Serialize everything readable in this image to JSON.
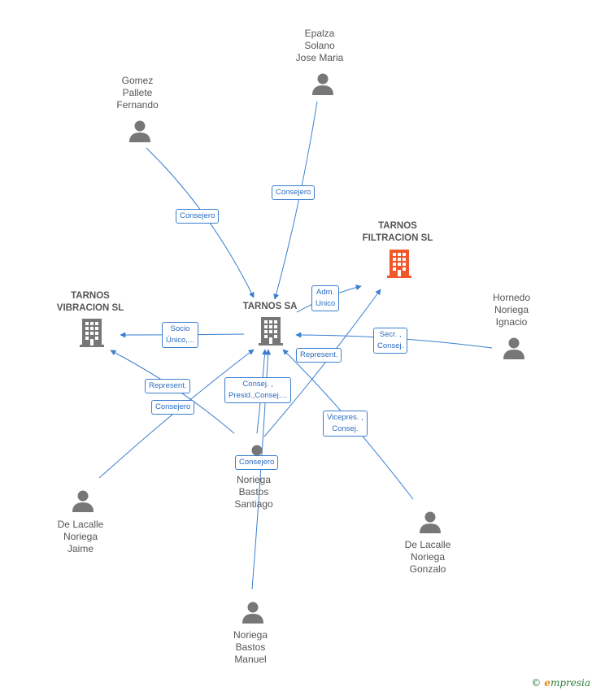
{
  "colors": {
    "edge": "#3a7fcf",
    "person": "#777777",
    "company": "#777777",
    "highlight": "#f0582b"
  },
  "nodes": {
    "tarnos_sa": {
      "label": "TARNOS SA",
      "icon": "building-icon"
    },
    "tarnos_filtracion": {
      "label": "TARNOS\nFILTRACION SL",
      "icon": "building-icon"
    },
    "tarnos_vibracion": {
      "label": "TARNOS\nVIBRACION SL",
      "icon": "building-icon"
    },
    "epalza": {
      "label": "Epalza\nSolano\nJose Maria",
      "icon": "person-icon"
    },
    "gomez": {
      "label": "Gomez\nPallete\nFernando",
      "icon": "person-icon"
    },
    "hornedo": {
      "label": "Hornedo\nNoriega\nIgnacio",
      "icon": "person-icon"
    },
    "santiago": {
      "label": "Noriega\nBastos\nSantiago",
      "icon": "person-icon"
    },
    "jaime": {
      "label": "De Lacalle\nNoriega\nJaime",
      "icon": "person-icon"
    },
    "gonzalo": {
      "label": "De Lacalle\nNoriega\nGonzalo",
      "icon": "person-icon"
    },
    "manuel": {
      "label": "Noriega\nBastos\nManuel",
      "icon": "person-icon"
    }
  },
  "edge_labels": {
    "gomez_sa": "Consejero",
    "epalza_sa": "Consejero",
    "sa_filtracion": "Adm.\nUnico",
    "sa_vibracion": "Socio\nÚnico,...",
    "hornedo_sa": "Secr. ,\nConsej.",
    "santiago_filtracion": "Represent.",
    "santiago_vibracion": "Represent.",
    "jaime_sa": "Consejero",
    "santiago_sa": "Consej. ,\nPresid.,Consej....",
    "gonzalo_sa": "Vicepres. ,\nConsej.",
    "manuel_sa": "Consejero"
  },
  "footer": {
    "copyright": "©",
    "brand_initial": "e",
    "brand_rest": "mpresia"
  }
}
